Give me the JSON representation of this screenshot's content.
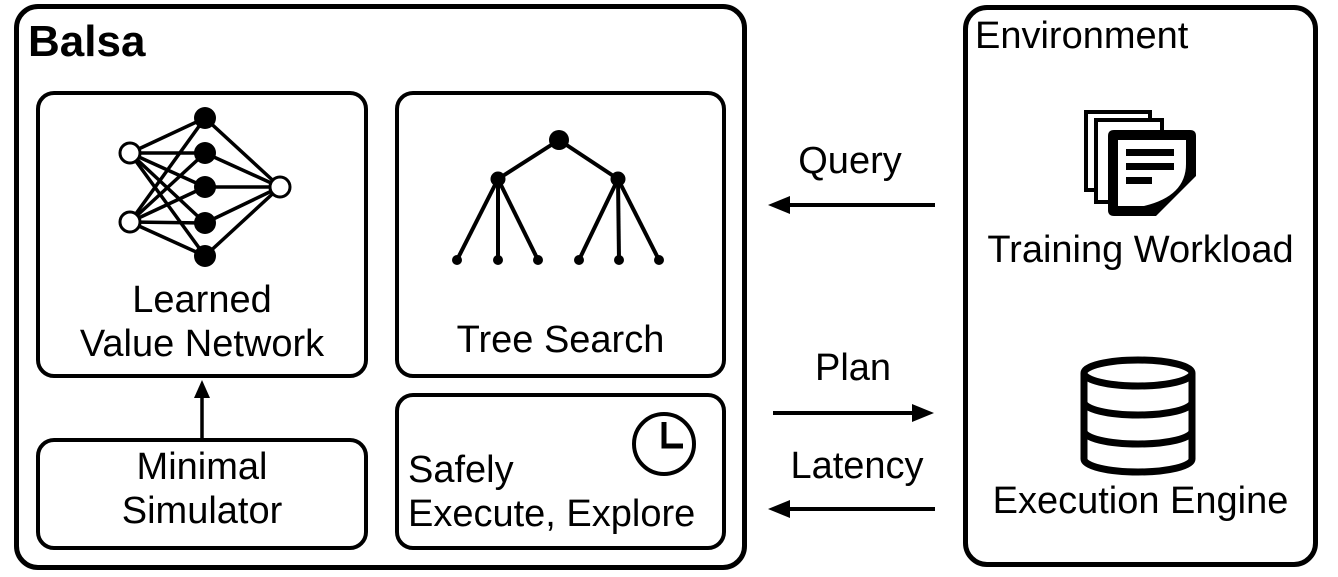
{
  "colors": {
    "ink": "#000000",
    "background": "#ffffff"
  },
  "balsa": {
    "title": "Balsa",
    "boxes": {
      "learned_value_network": {
        "line1": "Learned",
        "line2": "Value Network",
        "icon": "neural-network-icon"
      },
      "tree_search": {
        "label": "Tree Search",
        "icon": "tree-icon"
      },
      "minimal_simulator": {
        "line1": "Minimal",
        "line2": "Simulator"
      },
      "safely_execute": {
        "line1": "Safely",
        "line2": "Execute, Explore",
        "icon": "clock-icon"
      }
    },
    "internal_arrow": {
      "from": "Minimal Simulator",
      "to": "Learned Value Network"
    }
  },
  "environment": {
    "title": "Environment",
    "items": [
      {
        "label": "Training Workload",
        "icon": "documents-stack-icon"
      },
      {
        "label": "Execution Engine",
        "icon": "database-icon"
      }
    ]
  },
  "flows": [
    {
      "label": "Query",
      "direction": "left",
      "from": "Environment",
      "to": "Balsa"
    },
    {
      "label": "Plan",
      "direction": "right",
      "from": "Balsa",
      "to": "Environment"
    },
    {
      "label": "Latency",
      "direction": "left",
      "from": "Environment",
      "to": "Balsa"
    }
  ]
}
